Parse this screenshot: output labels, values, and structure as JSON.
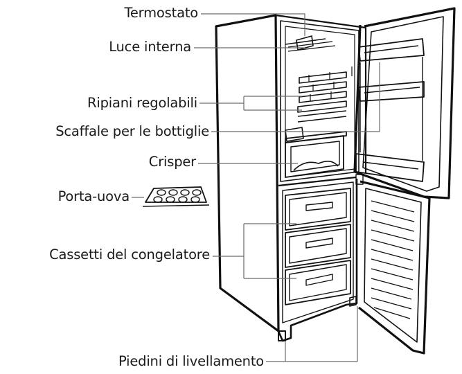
{
  "labels": {
    "termostato": "Termostato",
    "luce": "Luce interna",
    "ripiani": "Ripiani regolabili",
    "scaffale": "Scaffale per le bottiglie",
    "crisper": "Crisper",
    "portauova": "Porta-uova",
    "cassetti": "Cassetti del congelatore",
    "piedini": "Piedini di livellamento"
  }
}
